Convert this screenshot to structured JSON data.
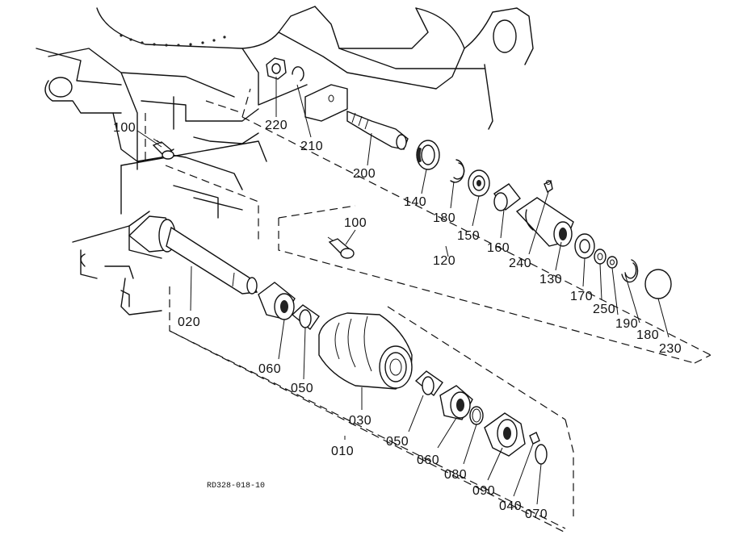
{
  "drawing_code": "RD328-018-10",
  "parts": [
    {
      "id": "p220",
      "number": "220"
    },
    {
      "id": "p210",
      "number": "210"
    },
    {
      "id": "p200",
      "number": "200"
    },
    {
      "id": "p100a",
      "number": "100"
    },
    {
      "id": "p140",
      "number": "140"
    },
    {
      "id": "p180a",
      "number": "180"
    },
    {
      "id": "p150",
      "number": "150"
    },
    {
      "id": "p160",
      "number": "160"
    },
    {
      "id": "p120",
      "number": "120"
    },
    {
      "id": "p240",
      "number": "240"
    },
    {
      "id": "p130",
      "number": "130"
    },
    {
      "id": "p170",
      "number": "170"
    },
    {
      "id": "p250",
      "number": "250"
    },
    {
      "id": "p190",
      "number": "190"
    },
    {
      "id": "p180b",
      "number": "180"
    },
    {
      "id": "p230",
      "number": "230"
    },
    {
      "id": "p100b",
      "number": "100"
    },
    {
      "id": "p020",
      "number": "020"
    },
    {
      "id": "p060a",
      "number": "060"
    },
    {
      "id": "p050a",
      "number": "050"
    },
    {
      "id": "p030",
      "number": "030"
    },
    {
      "id": "p010",
      "number": "010"
    },
    {
      "id": "p050b",
      "number": "050"
    },
    {
      "id": "p060b",
      "number": "060"
    },
    {
      "id": "p080",
      "number": "080"
    },
    {
      "id": "p090",
      "number": "090"
    },
    {
      "id": "p040",
      "number": "040"
    },
    {
      "id": "p070",
      "number": "070"
    }
  ]
}
